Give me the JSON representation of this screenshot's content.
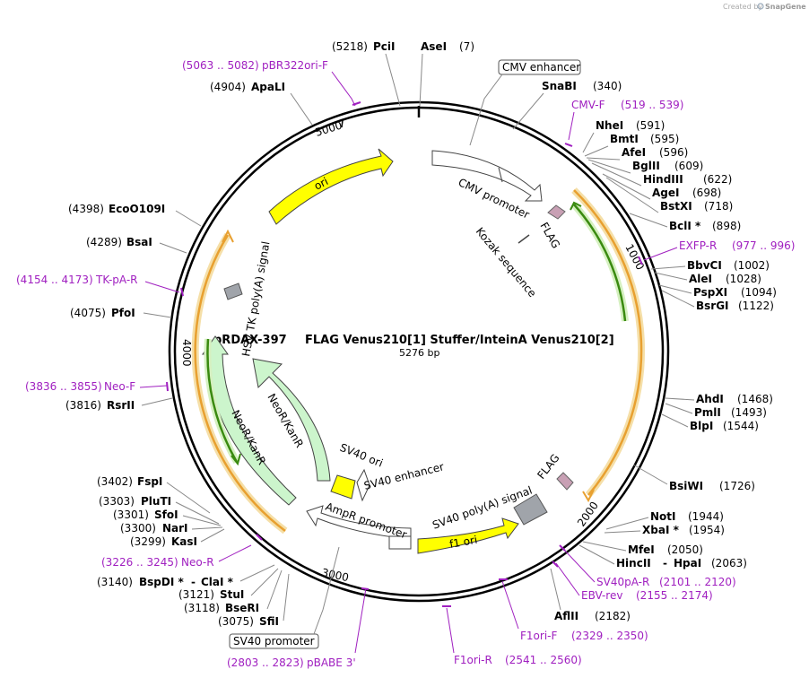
{
  "credit": {
    "prefix": "Created by",
    "brand": "SnapGene"
  },
  "map": {
    "name_left": "pRDAX-397",
    "name_right": "FLAG Venus210[1] Stuffer/InteinA Venus210[2]",
    "length": "5276 bp",
    "ticks": [
      "1000",
      "2000",
      "3000",
      "4000",
      "5000"
    ]
  },
  "enzymes": [
    {
      "id": "PciI",
      "name": "PciI",
      "pos": "(5218)"
    },
    {
      "id": "AseI",
      "name": "AseI",
      "pos": "(7)"
    },
    {
      "id": "ApaLI",
      "name": "ApaLI",
      "pos": "(4904)"
    },
    {
      "id": "SnaBI",
      "name": "SnaBI",
      "pos": "(340)"
    },
    {
      "id": "NheI",
      "name": "NheI",
      "pos": "(591)"
    },
    {
      "id": "BmtI",
      "name": "BmtI",
      "pos": "(595)"
    },
    {
      "id": "AfeI",
      "name": "AfeI",
      "pos": "(596)"
    },
    {
      "id": "BglII",
      "name": "BglII",
      "pos": "(609)"
    },
    {
      "id": "HindIII",
      "name": "HindIII",
      "pos": "(622)"
    },
    {
      "id": "AgeI",
      "name": "AgeI",
      "pos": "(698)"
    },
    {
      "id": "BstXI",
      "name": "BstXI",
      "pos": "(718)"
    },
    {
      "id": "BclI",
      "name": "BclI *",
      "pos": "(898)"
    },
    {
      "id": "BbvCI",
      "name": "BbvCI",
      "pos": "(1002)"
    },
    {
      "id": "AleI",
      "name": "AleI",
      "pos": "(1028)"
    },
    {
      "id": "PspXI",
      "name": "PspXI",
      "pos": "(1094)"
    },
    {
      "id": "BsrGI",
      "name": "BsrGI",
      "pos": "(1122)"
    },
    {
      "id": "AhdI",
      "name": "AhdI",
      "pos": "(1468)"
    },
    {
      "id": "PmlI",
      "name": "PmlI",
      "pos": "(1493)"
    },
    {
      "id": "BlpI",
      "name": "BlpI",
      "pos": "(1544)"
    },
    {
      "id": "BsiWI",
      "name": "BsiWI",
      "pos": "(1726)"
    },
    {
      "id": "NotI",
      "name": "NotI",
      "pos": "(1944)"
    },
    {
      "id": "XbaI",
      "name": "XbaI *",
      "pos": "(1954)"
    },
    {
      "id": "MfeI",
      "name": "MfeI",
      "pos": "(2050)"
    },
    {
      "id": "HincII",
      "name": "HincII",
      "sep": "-",
      "name2": "HpaI",
      "pos": "(2063)"
    },
    {
      "id": "AflII",
      "name": "AflII",
      "pos": "(2182)"
    },
    {
      "id": "EcoO109I",
      "name": "EcoO109I",
      "pos": "(4398)"
    },
    {
      "id": "BsaI",
      "name": "BsaI",
      "pos": "(4289)"
    },
    {
      "id": "PfoI",
      "name": "PfoI",
      "pos": "(4075)"
    },
    {
      "id": "RsrII",
      "name": "RsrII",
      "pos": "(3816)"
    },
    {
      "id": "FspI",
      "name": "FspI",
      "pos": "(3402)"
    },
    {
      "id": "PluTI",
      "name": "PluTI",
      "pos": "(3303)"
    },
    {
      "id": "SfoI",
      "name": "SfoI",
      "pos": "(3301)"
    },
    {
      "id": "NarI",
      "name": "NarI",
      "pos": "(3300)"
    },
    {
      "id": "KasI",
      "name": "KasI",
      "pos": "(3299)"
    },
    {
      "id": "BspDI",
      "name": "BspDI *",
      "sep": "-",
      "name2": "ClaI *",
      "pos": "(3140)"
    },
    {
      "id": "StuI",
      "name": "StuI",
      "pos": "(3121)"
    },
    {
      "id": "BseRI",
      "name": "BseRI",
      "pos": "(3118)"
    },
    {
      "id": "SfiI",
      "name": "SfiI",
      "pos": "(3075)"
    }
  ],
  "primers": [
    {
      "id": "pBR322ori-F",
      "name": "pBR322ori-F",
      "range": "(5063 .. 5082)"
    },
    {
      "id": "CMV-F",
      "name": "CMV-F",
      "range": "(519 .. 539)"
    },
    {
      "id": "EXFP-R",
      "name": "EXFP-R",
      "range": "(977 .. 996)"
    },
    {
      "id": "TK-pA-R",
      "name": "TK-pA-R",
      "range": "(4154 .. 4173)"
    },
    {
      "id": "Neo-F",
      "name": "Neo-F",
      "range": "(3836 .. 3855)"
    },
    {
      "id": "Neo-R",
      "name": "Neo-R",
      "range": "(3226 .. 3245)"
    },
    {
      "id": "SV40pA-R",
      "name": "SV40pA-R",
      "range": "(2101 .. 2120)"
    },
    {
      "id": "EBV-rev",
      "name": "EBV-rev",
      "range": "(2155 .. 2174)"
    },
    {
      "id": "F1ori-F",
      "name": "F1ori-F",
      "range": "(2329 .. 2350)"
    },
    {
      "id": "F1ori-R",
      "name": "F1ori-R",
      "range": "(2541 .. 2560)"
    },
    {
      "id": "pBABE3",
      "name": "pBABE 3'",
      "range": "(2803 .. 2823)"
    }
  ],
  "features": {
    "cmv_enhancer": "CMV enhancer",
    "cmv_promoter": "CMV promoter",
    "flag_top": "FLAG",
    "kozak": "Kozak sequence",
    "ori": "ori",
    "hsv_tk": "HSV TK poly(A) signal",
    "neor_inner": "NeoR/KanR",
    "neor_outer": "NeoR/KanR",
    "sv40_ori": "SV40 ori",
    "sv40_enhancer": "SV40 enhancer",
    "ampr_promoter": "AmpR promoter",
    "sv40_polya": "SV40 poly(A) signal",
    "flag_bottom": "FLAG",
    "f1_ori": "f1 ori",
    "sv40_promoter": "SV40 promoter"
  },
  "colors": {
    "yellow": "#ffff00",
    "green_fill": "#ccf5cc",
    "orange": "#e8a030",
    "green_line": "#3a8a10",
    "flag": "#c8a0b4",
    "gray": "#a0a4aa",
    "primer": "#a020c0"
  }
}
